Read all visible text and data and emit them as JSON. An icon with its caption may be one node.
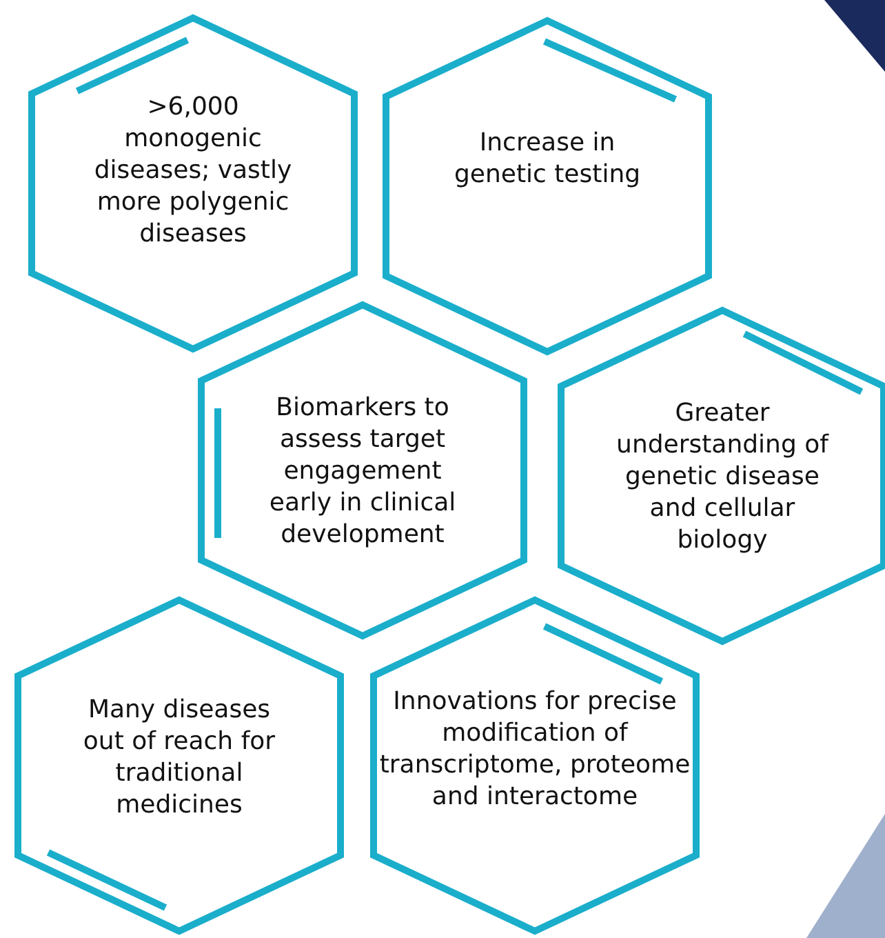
{
  "diagram": {
    "nodes": [
      {
        "text": [
          ">6,000 monogenic diseases; vastly more polygenic diseases"
        ]
      },
      {
        "text": [
          "Increase in genetic testing"
        ]
      },
      {
        "text": [
          "Biomarkers to assess target engagement early in clinical development"
        ]
      },
      {
        "text": [
          "Greater understanding of genetic disease and cellular biology"
        ]
      },
      {
        "text": [
          "Many diseases out of reach for traditional medicines"
        ]
      },
      {
        "text": [
          "Innovations for precise modification of transcriptome, proteome and interactome"
        ]
      }
    ]
  }
}
